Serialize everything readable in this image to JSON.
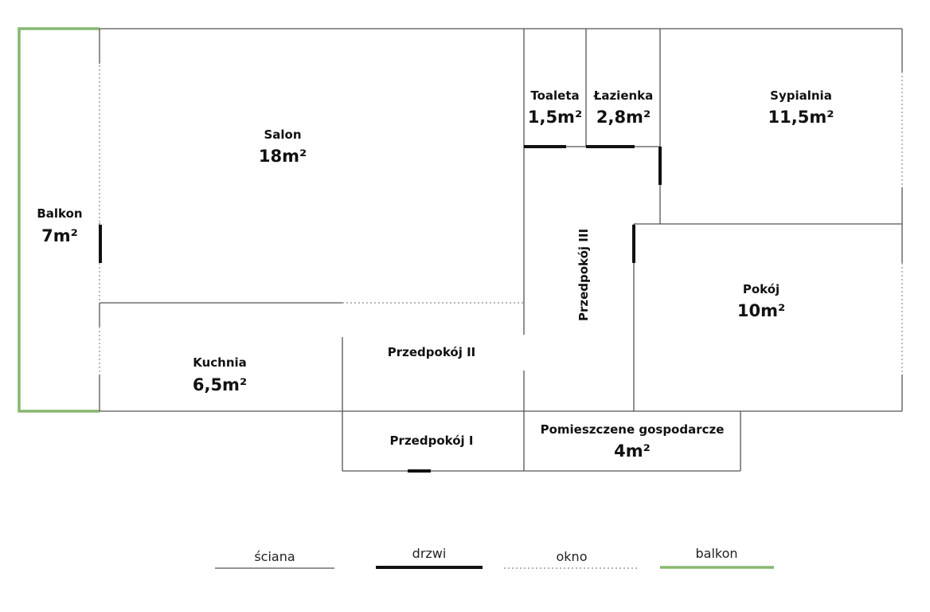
{
  "rooms": {
    "balkon": {
      "name": "Balkon",
      "area": "7m²"
    },
    "salon": {
      "name": "Salon",
      "area": "18m²"
    },
    "toaleta": {
      "name": "Toaleta",
      "area": "1,5m²"
    },
    "lazienka": {
      "name": "Łazienka",
      "area": "2,8m²"
    },
    "sypialnia": {
      "name": "Sypialnia",
      "area": "11,5m²"
    },
    "przedpokoj3": {
      "name": "Przedpokój III"
    },
    "pokoj": {
      "name": "Pokój",
      "area": "10m²"
    },
    "kuchnia": {
      "name": "Kuchnia",
      "area": "6,5m²"
    },
    "przedpokoj2": {
      "name": "Przedpokój II"
    },
    "przedpokoj1": {
      "name": "Przedpokój I"
    },
    "gospodarcze": {
      "name": "Pomieszczene gospodarcze",
      "area": "4m²"
    }
  },
  "legend": {
    "wall": "ściana",
    "door": "drzwi",
    "window": "okno",
    "balcony": "balkon"
  },
  "colors": {
    "wall": "#555555",
    "door": "#111111",
    "window": "#8a8a8a",
    "balcony": "#86b86f"
  }
}
